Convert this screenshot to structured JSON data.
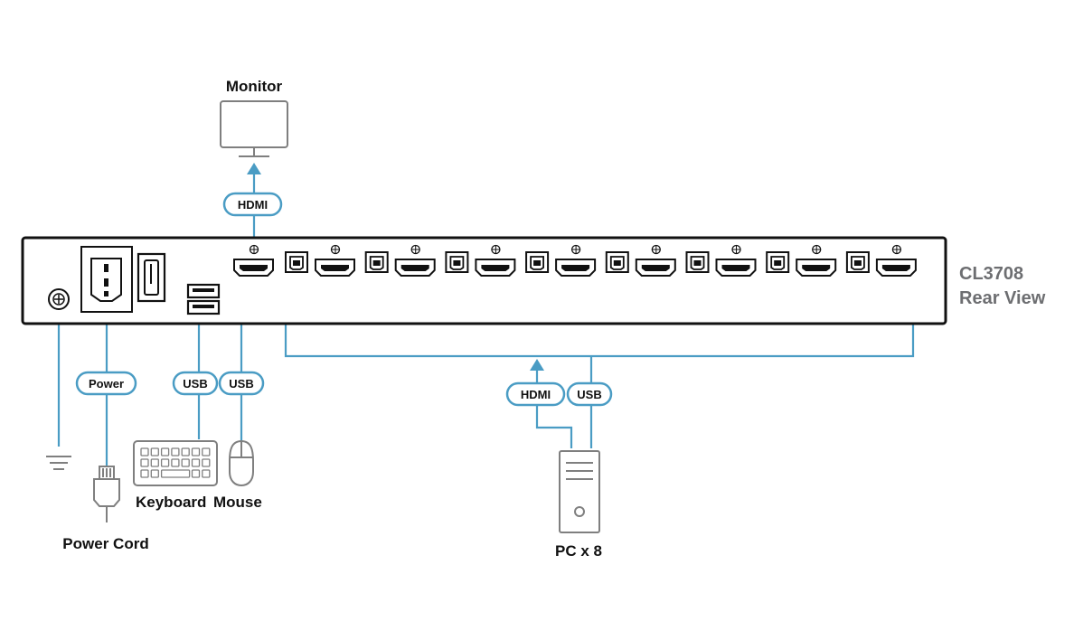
{
  "device": {
    "model": "CL3708",
    "view": "Rear View"
  },
  "labels": {
    "monitor": "Monitor",
    "keyboard": "Keyboard",
    "mouse": "Mouse",
    "power_cord": "Power Cord",
    "pc": "PC x 8"
  },
  "cables": {
    "monitor_hdmi": "HDMI",
    "power": "Power",
    "keyboard_usb": "USB",
    "mouse_usb": "USB",
    "pc_hdmi": "HDMI",
    "pc_usb": "USB"
  },
  "colors": {
    "cable": "#4a9cc4",
    "device_outline": "#111111",
    "peripheral": "#7f7f7f",
    "label_grey": "#6d6e71"
  },
  "icons": [
    "ground-icon",
    "power-inlet-icon",
    "power-switch-icon",
    "usb-a-port-icon",
    "usb-b-port-icon",
    "hdmi-port-icon",
    "monitor-icon",
    "keyboard-icon",
    "mouse-icon",
    "power-plug-icon",
    "pc-tower-icon"
  ]
}
